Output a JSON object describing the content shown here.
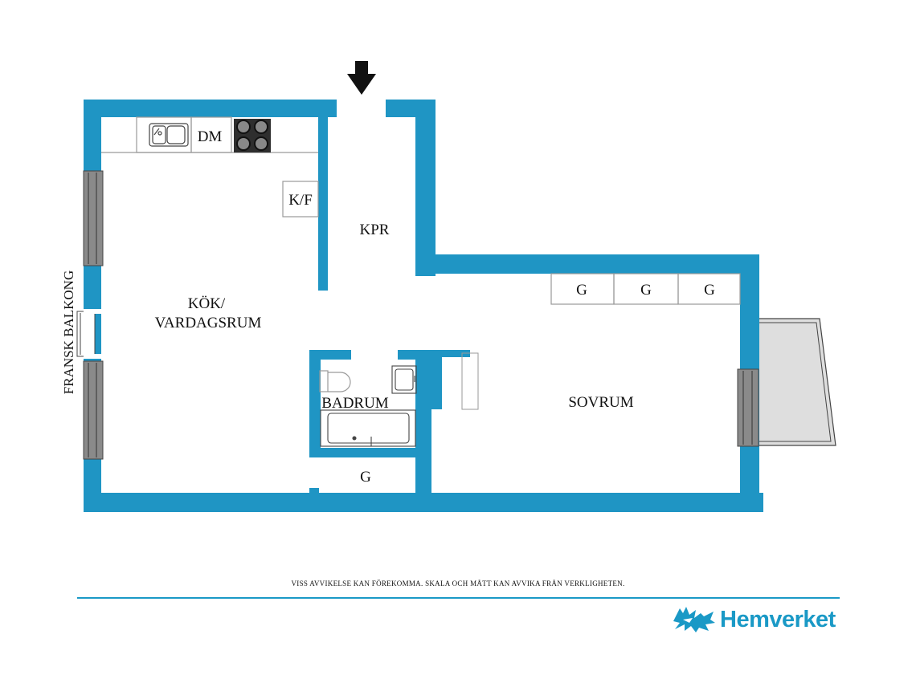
{
  "colors": {
    "wall": "#1f95c4",
    "window": "#8a8a8a",
    "balcony": "#dedede",
    "fixture": "#9a9a9a",
    "brand": "#1a99c6"
  },
  "rooms": {
    "kitchen_living_line1": "KÖK/",
    "kitchen_living_line2": "VARDAGSRUM",
    "hall": "KPR",
    "bathroom": "BADRUM",
    "bedroom": "SOVRUM",
    "closet": "G"
  },
  "fixtures": {
    "dishwasher": "DM",
    "fridge": "K/F",
    "wardrobe_1": "G",
    "wardrobe_2": "G",
    "wardrobe_3": "G"
  },
  "balcony_label": "FRANSK BALKONG",
  "entrance_icon": "down-arrow-icon",
  "disclaimer": "VISS AVVIKELSE KAN FÖREKOMMA. SKALA OCH MÅTT KAN AVVIKA FRÅN VERKLIGHETEN.",
  "brand": {
    "name": "Hemverket",
    "logo_icon": "griffin-icon"
  }
}
